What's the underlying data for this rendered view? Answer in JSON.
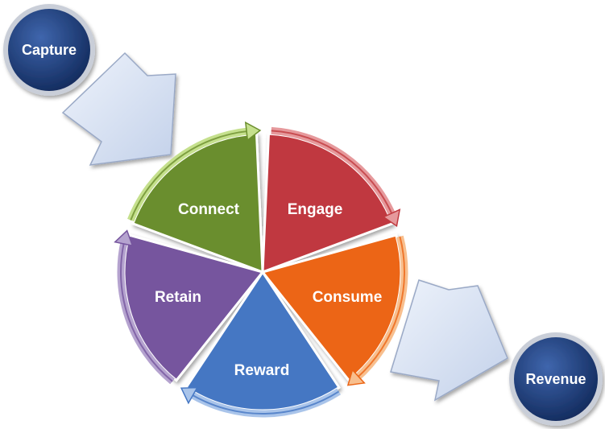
{
  "diagram": {
    "input_node": {
      "label": "Capture",
      "color": "#1b3a78"
    },
    "output_node": {
      "label": "Revenue",
      "color": "#1b3a78"
    },
    "arrow_color": "#d3def0",
    "segments": [
      {
        "label": "Connect",
        "color": "#6b8e2d",
        "ring": "#c5e08d"
      },
      {
        "label": "Engage",
        "color": "#c0393f",
        "ring": "#e6999c"
      },
      {
        "label": "Consume",
        "color": "#ec6515",
        "ring": "#f8bf8e"
      },
      {
        "label": "Reward",
        "color": "#4577c3",
        "ring": "#a9c4ea"
      },
      {
        "label": "Retain",
        "color": "#76559e",
        "ring": "#b5a3cf"
      }
    ]
  }
}
